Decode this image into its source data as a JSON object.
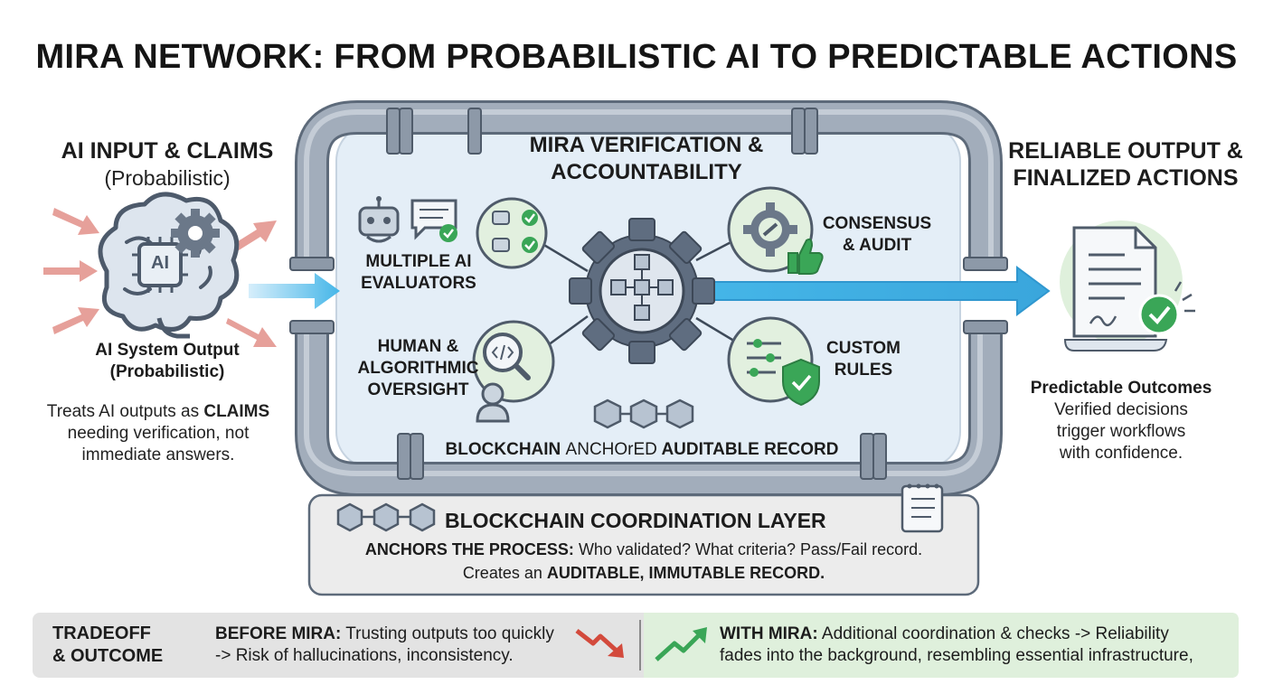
{
  "title": "MIRA NETWORK: FROM PROBABILISTIC AI TO PREDICTABLE ACTIONS",
  "input": {
    "heading": "AI INPUT & CLAIMS",
    "subheading": "(Probabilistic)",
    "chip_text": "AI",
    "caption_line1": "AI System Output",
    "caption_line2": "(Probabilistic)",
    "desc_prefix": "Treats AI outputs as ",
    "desc_keyword": "CLAIMS",
    "desc_line2": "needing verification, not",
    "desc_line3": "immediate answers."
  },
  "verification": {
    "title_line1": "MIRA VERIFICATION &",
    "title_line2": "ACCOUNTABILITY",
    "evaluators_line1": "MULTIPLE AI",
    "evaluators_line2": "EVALUATORS",
    "consensus_line1": "CONSENSUS",
    "consensus_line2": "& AUDIT",
    "oversight_line1": "HUMAN &",
    "oversight_line2": "ALGORITHMIC",
    "oversight_line3": "OVERSIGHT",
    "rules_line1": "CUSTOM",
    "rules_line2": "RULES",
    "record_part1": "BLOCKCHAIN ",
    "record_part2": "ANCHOrED",
    "record_part3": " AUDITABLE RECORD"
  },
  "output": {
    "heading_line1": "RELIABLE OUTPUT &",
    "heading_line2": "FINALIZED ACTIONS",
    "caption": "Predictable Outcomes",
    "desc_line1": "Verified decisions",
    "desc_line2": "trigger workflows",
    "desc_line3": "with confidence."
  },
  "coordination": {
    "title": "BLOCKCHAIN COORDINATION LAYER",
    "line1_bold": "ANCHORS THE PROCESS:",
    "line1_rest": " Who validated? What criteria? Pass/Fail record.",
    "line2_prefix": "Creates an ",
    "line2_bold": "AUDITABLE, IMMUTABLE RECORD."
  },
  "tradeoff": {
    "label_line1": "TRADEOFF",
    "label_line2": "& OUTCOME",
    "before_bold": "BEFORE MIRA:",
    "before_rest": " Trusting outputs too quickly",
    "before_line2": "-> Risk of hallucinations, inconsistency.",
    "with_bold": "WITH MIRA:",
    "with_rest": " Additional coordination & checks -> Reliability",
    "with_line2": "fades into the background, resembling essential infrastructure,"
  },
  "colors": {
    "pipe": "#8d99a8",
    "pipe_dark": "#5d6a7a",
    "panel_bg": "#e4eef7",
    "circle_bg": "#e2f0df",
    "green": "#3aa657",
    "arrow_blue": "#45b6e8",
    "arrow_red": "#d9837a",
    "gear": "#5f6d80",
    "coord_bg": "#ececec",
    "tradeoff_bg": "#e3e3e3",
    "tradeoff_green_bg": "#dff0dc",
    "down_red": "#d34a3c"
  },
  "icons": [
    "brain-chip-icon",
    "gear-icon",
    "robot-icon",
    "chat-bubble-icon",
    "robots-check-icon",
    "link-gear-icon",
    "thumbs-up-icon",
    "code-search-icon",
    "person-icon",
    "sliders-icon",
    "shield-check-icon",
    "blockchain-cubes-icon",
    "document-check-icon",
    "notepad-icon",
    "trend-down-icon",
    "trend-up-icon",
    "central-gear-icon"
  ]
}
